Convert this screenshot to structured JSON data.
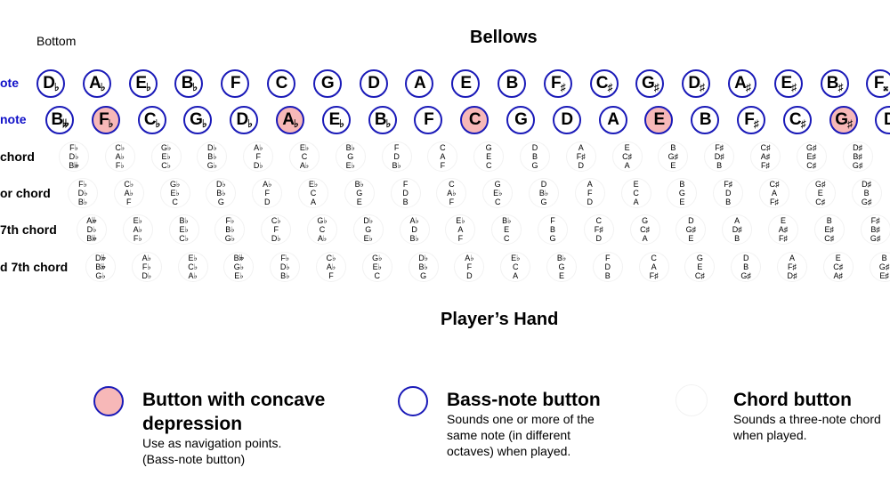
{
  "header": {
    "bottom_label": "Bottom",
    "bellows_title": "Bellows"
  },
  "row_labels": {
    "counterbass": "ote",
    "fundamental": "note",
    "major": "chord",
    "minor": "or chord",
    "seventh": "7th chord",
    "diminished": "d 7th chord"
  },
  "counterbass": [
    {
      "note": "D",
      "acc": "♭",
      "concave": false
    },
    {
      "note": "A",
      "acc": "♭",
      "concave": false
    },
    {
      "note": "E",
      "acc": "♭",
      "concave": false
    },
    {
      "note": "B",
      "acc": "♭",
      "concave": false
    },
    {
      "note": "F",
      "acc": "",
      "concave": false
    },
    {
      "note": "C",
      "acc": "",
      "concave": false
    },
    {
      "note": "G",
      "acc": "",
      "concave": false
    },
    {
      "note": "D",
      "acc": "",
      "concave": false
    },
    {
      "note": "A",
      "acc": "",
      "concave": false
    },
    {
      "note": "E",
      "acc": "",
      "concave": false
    },
    {
      "note": "B",
      "acc": "",
      "concave": false
    },
    {
      "note": "F",
      "acc": "♯",
      "concave": false
    },
    {
      "note": "C",
      "acc": "♯",
      "concave": false
    },
    {
      "note": "G",
      "acc": "♯",
      "concave": false
    },
    {
      "note": "D",
      "acc": "♯",
      "concave": false
    },
    {
      "note": "A",
      "acc": "♯",
      "concave": false
    },
    {
      "note": "E",
      "acc": "♯",
      "concave": false
    },
    {
      "note": "B",
      "acc": "♯",
      "concave": false
    },
    {
      "note": "F",
      "acc": "𝄪",
      "concave": false
    }
  ],
  "fundamental": [
    {
      "note": "B",
      "acc": "𝄫",
      "concave": false
    },
    {
      "note": "F",
      "acc": "♭",
      "concave": true
    },
    {
      "note": "C",
      "acc": "♭",
      "concave": false
    },
    {
      "note": "G",
      "acc": "♭",
      "concave": false
    },
    {
      "note": "D",
      "acc": "♭",
      "concave": false
    },
    {
      "note": "A",
      "acc": "♭",
      "concave": true
    },
    {
      "note": "E",
      "acc": "♭",
      "concave": false
    },
    {
      "note": "B",
      "acc": "♭",
      "concave": false
    },
    {
      "note": "F",
      "acc": "",
      "concave": false
    },
    {
      "note": "C",
      "acc": "",
      "concave": true
    },
    {
      "note": "G",
      "acc": "",
      "concave": false
    },
    {
      "note": "D",
      "acc": "",
      "concave": false
    },
    {
      "note": "A",
      "acc": "",
      "concave": false
    },
    {
      "note": "E",
      "acc": "",
      "concave": true
    },
    {
      "note": "B",
      "acc": "",
      "concave": false
    },
    {
      "note": "F",
      "acc": "♯",
      "concave": false
    },
    {
      "note": "C",
      "acc": "♯",
      "concave": false
    },
    {
      "note": "G",
      "acc": "♯",
      "concave": true
    },
    {
      "note": "D",
      "acc": "",
      "concave": false
    }
  ],
  "chord_rows": [
    [
      [
        "F♭",
        "D♭",
        "B𝄫"
      ],
      [
        "C♭",
        "A♭",
        "F♭"
      ],
      [
        "G♭",
        "E♭",
        "C♭"
      ],
      [
        "D♭",
        "B♭",
        "G♭"
      ],
      [
        "A♭",
        "F",
        "D♭"
      ],
      [
        "E♭",
        "C",
        "A♭"
      ],
      [
        "B♭",
        "G",
        "E♭"
      ],
      [
        "F",
        "D",
        "B♭"
      ],
      [
        "C",
        "A",
        "F"
      ],
      [
        "G",
        "E",
        "C"
      ],
      [
        "D",
        "B",
        "G"
      ],
      [
        "A",
        "F♯",
        "D"
      ],
      [
        "E",
        "C♯",
        "A"
      ],
      [
        "B",
        "G♯",
        "E"
      ],
      [
        "F♯",
        "D♯",
        "B"
      ],
      [
        "C♯",
        "A♯",
        "F♯"
      ],
      [
        "G♯",
        "E♯",
        "C♯"
      ],
      [
        "D♯",
        "B♯",
        "G♯"
      ]
    ],
    [
      [
        "F♭",
        "D♭",
        "B♭"
      ],
      [
        "C♭",
        "A♭",
        "F"
      ],
      [
        "G♭",
        "E♭",
        "C"
      ],
      [
        "D♭",
        "B♭",
        "G"
      ],
      [
        "A♭",
        "F",
        "D"
      ],
      [
        "E♭",
        "C",
        "A"
      ],
      [
        "B♭",
        "G",
        "E"
      ],
      [
        "F",
        "D",
        "B"
      ],
      [
        "C",
        "A♭",
        "F"
      ],
      [
        "G",
        "E♭",
        "C"
      ],
      [
        "D",
        "B♭",
        "G"
      ],
      [
        "A",
        "F",
        "D"
      ],
      [
        "E",
        "C",
        "A"
      ],
      [
        "B",
        "G",
        "E"
      ],
      [
        "F♯",
        "D",
        "B"
      ],
      [
        "C♯",
        "A",
        "F♯"
      ],
      [
        "G♯",
        "E",
        "C♯"
      ],
      [
        "D♯",
        "B",
        "G♯"
      ]
    ],
    [
      [
        "A𝄫",
        "D♭",
        "B𝄫"
      ],
      [
        "E♭",
        "A♭",
        "F♭"
      ],
      [
        "B♭",
        "E♭",
        "C♭"
      ],
      [
        "F♭",
        "B♭",
        "G♭"
      ],
      [
        "C♭",
        "F",
        "D♭"
      ],
      [
        "G♭",
        "C",
        "A♭"
      ],
      [
        "D♭",
        "G",
        "E♭"
      ],
      [
        "A♭",
        "D",
        "B♭"
      ],
      [
        "E♭",
        "A",
        "F"
      ],
      [
        "B♭",
        "E",
        "C"
      ],
      [
        "F",
        "B",
        "G"
      ],
      [
        "C",
        "F♯",
        "D"
      ],
      [
        "G",
        "C♯",
        "A"
      ],
      [
        "D",
        "G♯",
        "E"
      ],
      [
        "A",
        "D♯",
        "B"
      ],
      [
        "E",
        "A♯",
        "F♯"
      ],
      [
        "B",
        "E♯",
        "C♯"
      ],
      [
        "F♯",
        "B♯",
        "G♯"
      ]
    ],
    [
      [
        "D𝄫",
        "B𝄫",
        "G♭"
      ],
      [
        "A♭",
        "F♭",
        "D♭"
      ],
      [
        "E♭",
        "C♭",
        "A♭"
      ],
      [
        "B𝄫",
        "G♭",
        "E♭"
      ],
      [
        "F♭",
        "D♭",
        "B♭"
      ],
      [
        "C♭",
        "A♭",
        "F"
      ],
      [
        "G♭",
        "E♭",
        "C"
      ],
      [
        "D♭",
        "B♭",
        "G"
      ],
      [
        "A♭",
        "F",
        "D"
      ],
      [
        "E♭",
        "C",
        "A"
      ],
      [
        "B♭",
        "G",
        "E"
      ],
      [
        "F",
        "D",
        "B"
      ],
      [
        "C",
        "A",
        "F♯"
      ],
      [
        "G",
        "E",
        "C♯"
      ],
      [
        "D",
        "B",
        "G♯"
      ],
      [
        "A",
        "F♯",
        "D♯"
      ],
      [
        "E",
        "C♯",
        "A♯"
      ],
      [
        "B",
        "G♯",
        "E♯"
      ]
    ]
  ],
  "players_hand_title": "Player’s Hand",
  "legend": {
    "concave": {
      "title_line1": "Button with concave",
      "title_line2": "depression",
      "desc_line1": "Use as navigation points.",
      "desc_line2": "(Bass-note button)"
    },
    "bass": {
      "title": "Bass-note button",
      "desc_line1": "Sounds one or more of the",
      "desc_line2": "same note (in different",
      "desc_line3": "octaves) when played."
    },
    "chord": {
      "title": "Chord button",
      "desc_line1": "Sounds a three-note chord",
      "desc_line2": "when played."
    }
  },
  "colors": {
    "outline": "#1a1ab8",
    "concave_fill": "#f7b8b8",
    "label_blue": "#1010c8"
  }
}
